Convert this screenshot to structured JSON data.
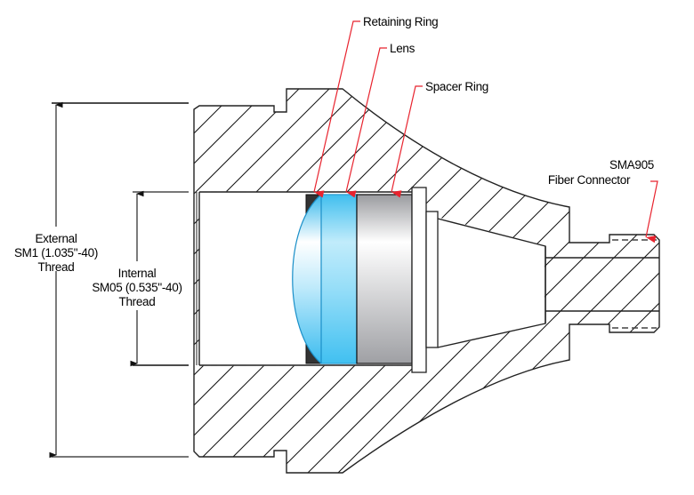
{
  "diagram": {
    "title": "SM1 Fiber Adapter with Lens - Cross Section",
    "labels": {
      "retaining_ring": "Retaining Ring",
      "lens": "Lens",
      "spacer_ring": "Spacer Ring",
      "sma_line1": "SMA905",
      "sma_line2": "Fiber Connector",
      "external_line1": "External",
      "external_line2": "SM1 (1.035\"-40)",
      "external_line3": "Thread",
      "internal_line1": "Internal",
      "internal_line2": "SM05 (0.535\"-40)",
      "internal_line3": "Thread"
    },
    "colors": {
      "leader": "#e8232e",
      "lens_blue": "#4cc8f4",
      "retaining_ring": "#333333",
      "spacer_grey": "#a8a9ad",
      "outline": "#222222"
    }
  }
}
